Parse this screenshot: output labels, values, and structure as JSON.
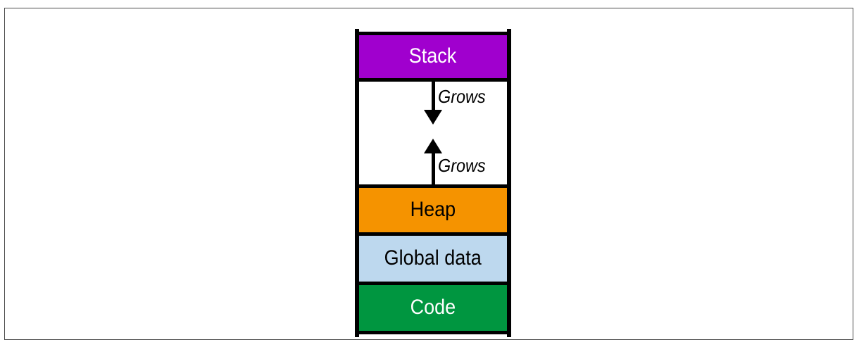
{
  "figure": {
    "type": "memory-layout-diagram",
    "background": "#FFFFFF",
    "frame_border_color": "#4A4A4A",
    "line_color": "#000000",
    "segments": [
      {
        "id": "stack",
        "label": "Stack",
        "color": "#A000CE",
        "text_color": "#FFFFFF"
      },
      {
        "id": "heap",
        "label": "Heap",
        "color": "#F59300",
        "text_color": "#000000"
      },
      {
        "id": "global-data",
        "label": "Global data",
        "color": "#BDD8EE",
        "text_color": "#000000"
      },
      {
        "id": "code",
        "label": "Code",
        "color": "#009640",
        "text_color": "#FFFFFF"
      }
    ],
    "arrows": [
      {
        "id": "stack-grows",
        "label": "Grows",
        "direction": "down",
        "from": "stack"
      },
      {
        "id": "heap-grows",
        "label": "Grows",
        "direction": "up",
        "from": "heap"
      }
    ]
  }
}
